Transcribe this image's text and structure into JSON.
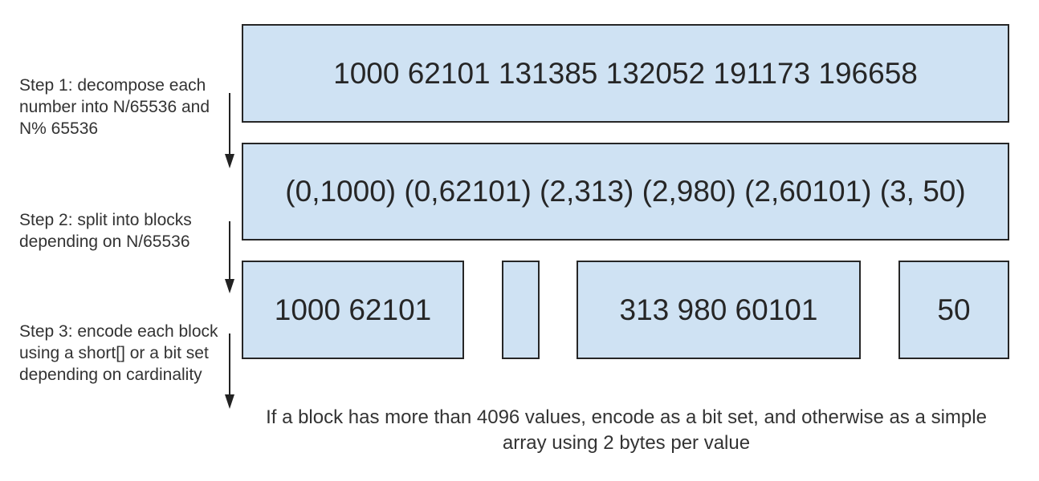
{
  "rows": {
    "numbers": "1000  62101  131385  132052  191173  196658",
    "pairs": "(0,1000)  (0,62101)  (2,313)  (2,980)  (2,60101)  (3, 50)"
  },
  "blocks": [
    {
      "text": "1000  62101"
    },
    {
      "text": ""
    },
    {
      "text": "313  980  60101"
    },
    {
      "text": "50"
    }
  ],
  "steps": [
    {
      "text": "Step 1: decompose each number into N/65536 and N% 65536"
    },
    {
      "text": "Step 2: split into blocks depending on N/65536"
    },
    {
      "text": "Step 3: encode each block using a short[] or a bit set depending on cardinality"
    }
  ],
  "footnote": "If a block has more than 4096 values, encode as a bit set, and otherwise as a simple array using 2 bytes per value",
  "colors": {
    "box_fill": "#cfe2f3",
    "box_border": "#262626",
    "arrow": "#222222",
    "text": "#333333"
  }
}
